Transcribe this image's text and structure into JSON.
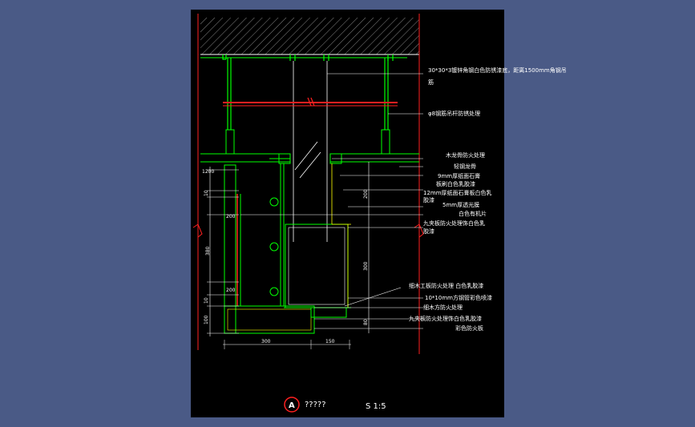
{
  "colors": {
    "background": "#4a5a86",
    "sheet": "#000000",
    "line_green": "#00ff00",
    "line_red": "#ff2020",
    "line_white": "#ffffff",
    "line_yellow": "#ffff00",
    "hatch": "#bfbfbf"
  },
  "labels": [
    "30*30*3镀锌角钢白色防锈漆底，距离1500mm角钢吊",
    "筋",
    "φ8钢筋吊杆防锈处理",
    "木龙骨防火处理",
    "轻钢龙骨",
    "9mm厚纸面石膏",
    "板刷白色乳胶漆",
    "12mm厚纸面石膏板白色乳",
    "胶漆",
    "5mm厚透光膜",
    "白色有机片",
    "九夹板防火处理饰白色乳",
    "胶漆",
    "细木工板防火处理 白色乳胶漆",
    "10*10mm方钢管彩色喷漆",
    "细木方防火处理",
    "九夹板防火处理饰白色乳胶漆",
    "彩色防火板"
  ],
  "dimensions": {
    "left_top": "1200",
    "left": [
      "10",
      "200",
      "380",
      "200",
      "10",
      "100"
    ],
    "right": [
      "200",
      "300",
      "80"
    ],
    "bottom": [
      "300",
      "150"
    ]
  },
  "title_block": {
    "marker": "A",
    "name": "?????",
    "scale": "S 1:5"
  }
}
